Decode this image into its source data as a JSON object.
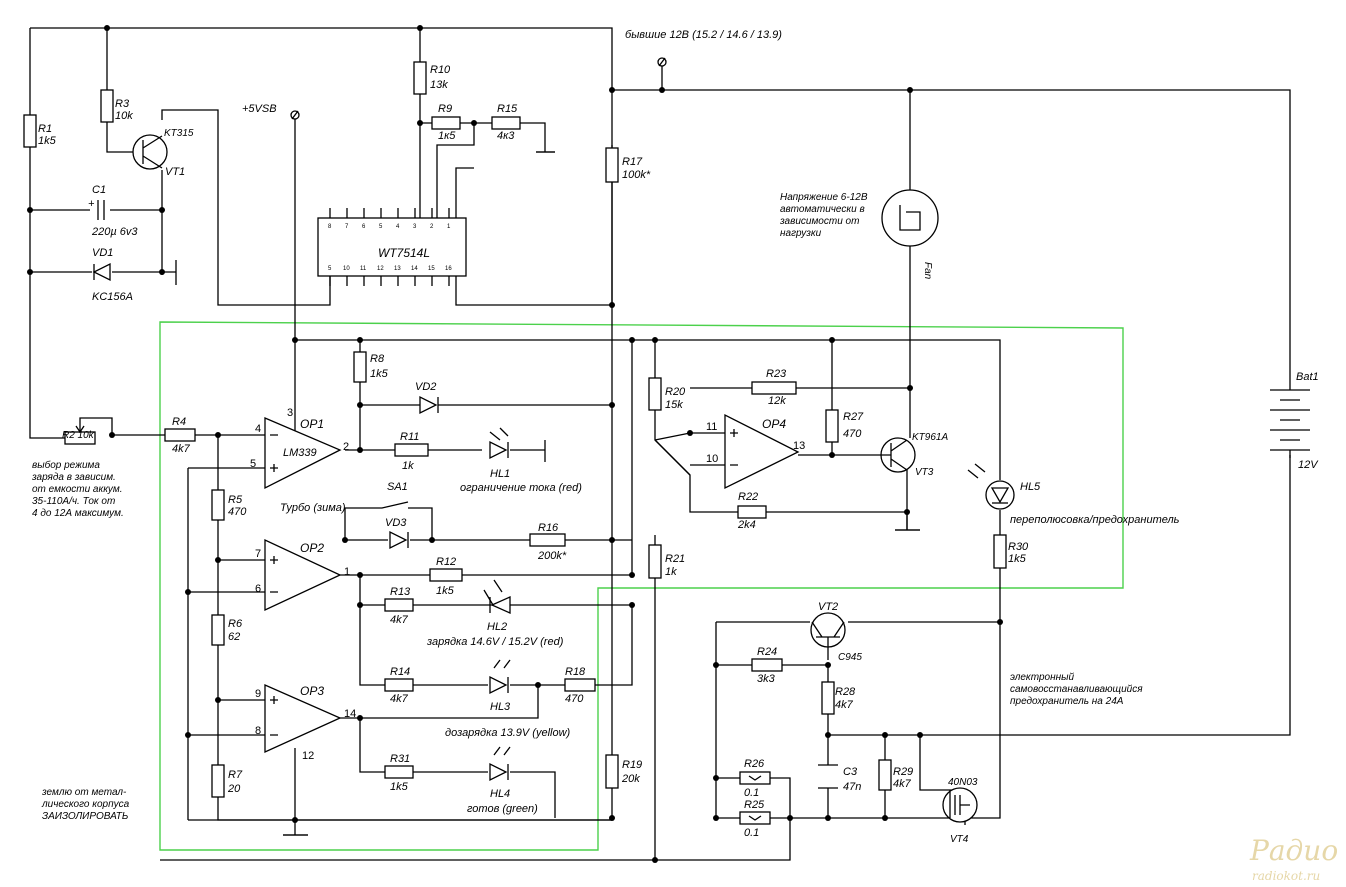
{
  "labels": {
    "r1": "R1",
    "r1v": "1k5",
    "r3": "R3",
    "r3v": "10k",
    "vt1t": "KT315",
    "vt1": "VT1",
    "c1": "C1",
    "c1v": "220µ 6v3",
    "vd1": "VD1",
    "vd1v": "KC156A",
    "r10": "R10",
    "r10v": "13k",
    "r9": "R9",
    "r9v": "1к5",
    "r15": "R15",
    "r15v": "4к3",
    "vsb": "+5VSB",
    "ic": "WT7514L",
    "ic_top": [
      "8",
      "7",
      "6",
      "5",
      "4",
      "3",
      "2",
      "1"
    ],
    "ic_bot": [
      "5",
      "10",
      "11",
      "12",
      "13",
      "14",
      "15",
      "16"
    ],
    "r17": "R17",
    "r17v": "100k*",
    "rail_note": "бывшие 12В (15.2 / 14.6 / 13.9)",
    "fan_note": [
      "Напряжение 6-12В",
      "автоматически в",
      "зависимости от",
      "нагрузки"
    ],
    "fan": "Fan",
    "bat": "Bat1",
    "batv": "12V",
    "r8": "R8",
    "r8v": "1k5",
    "vd2": "VD2",
    "op1": "OP1",
    "op1t": "LM339",
    "r11": "R11",
    "r11v": "1k",
    "hl1": "HL1",
    "hl1n": "ограничение тока (red)",
    "r4": "R4",
    "r4v": "4k7",
    "r2": "R2  10k",
    "r2_note": [
      "выбор режима",
      "заряда в зависим.",
      "от емкости аккум.",
      "35-110А/ч. Ток  от",
      "4 до 12А максимум."
    ],
    "sa1": "SA1",
    "turbo": "Турбо (зима)",
    "vd3": "VD3",
    "r16": "R16",
    "r16v": "200k*",
    "r5": "R5",
    "r5v": "470",
    "op2": "OP2",
    "r12": "R12",
    "r12v": "1k5",
    "r13": "R13",
    "r13v": "4k7",
    "hl2": "HL2",
    "hl2n": "зарядка 14.6V / 15.2V (red)",
    "r6": "R6",
    "r6v": "62",
    "op3": "OP3",
    "r14": "R14",
    "r14v": "4k7",
    "hl3": "HL3",
    "r18": "R18",
    "r18v": "470",
    "hl3n": "дозарядка 13.9V (yellow)",
    "r7": "R7",
    "r7v": "20",
    "r31": "R31",
    "r31v": "1k5",
    "hl4": "HL4",
    "hl4n": "готов (green)",
    "ground_note": [
      "землю от метал-",
      "лического корпуса",
      "ЗАИЗОЛИРОВАТЬ"
    ],
    "r19": "R19",
    "r19v": "20k",
    "r20": "R20",
    "r20v": "15k",
    "r21": "R21",
    "r21v": "1k",
    "r23": "R23",
    "r23v": "12k",
    "r27": "R27",
    "r27v": "470",
    "op4": "OP4",
    "vt3t": "KT961A",
    "vt3": "VT3",
    "r22": "R22",
    "r22v": "2k4",
    "hl5": "HL5",
    "hl5n": "переполюсовка/предохранитель",
    "r30": "R30",
    "r30v": "1k5",
    "vt2": "VT2",
    "vt2t": "C945",
    "r24": "R24",
    "r24v": "3k3",
    "r28": "R28",
    "r28v": "4k7",
    "fuse_note": [
      "электронный",
      "самовосстанавливающийся",
      "предохранитель на 24А"
    ],
    "c3": "C3",
    "c3v": "47n",
    "r29": "R29",
    "r29v": "4k7",
    "r26": "R26",
    "r26v": "0.1",
    "r25": "R25",
    "r25v": "0.1",
    "vt4t": "40N03",
    "vt4": "VT4",
    "pins": {
      "p3": "3",
      "p4": "4",
      "p5": "5",
      "p2": "2",
      "p7": "7",
      "p6": "6",
      "p1": "1",
      "p9": "9",
      "p8": "8",
      "p14": "14",
      "p12": "12",
      "p11": "11",
      "p10": "10",
      "p13": "13"
    },
    "watermark": "Радио КОТ",
    "watermark_url": "radiokot.ru"
  }
}
